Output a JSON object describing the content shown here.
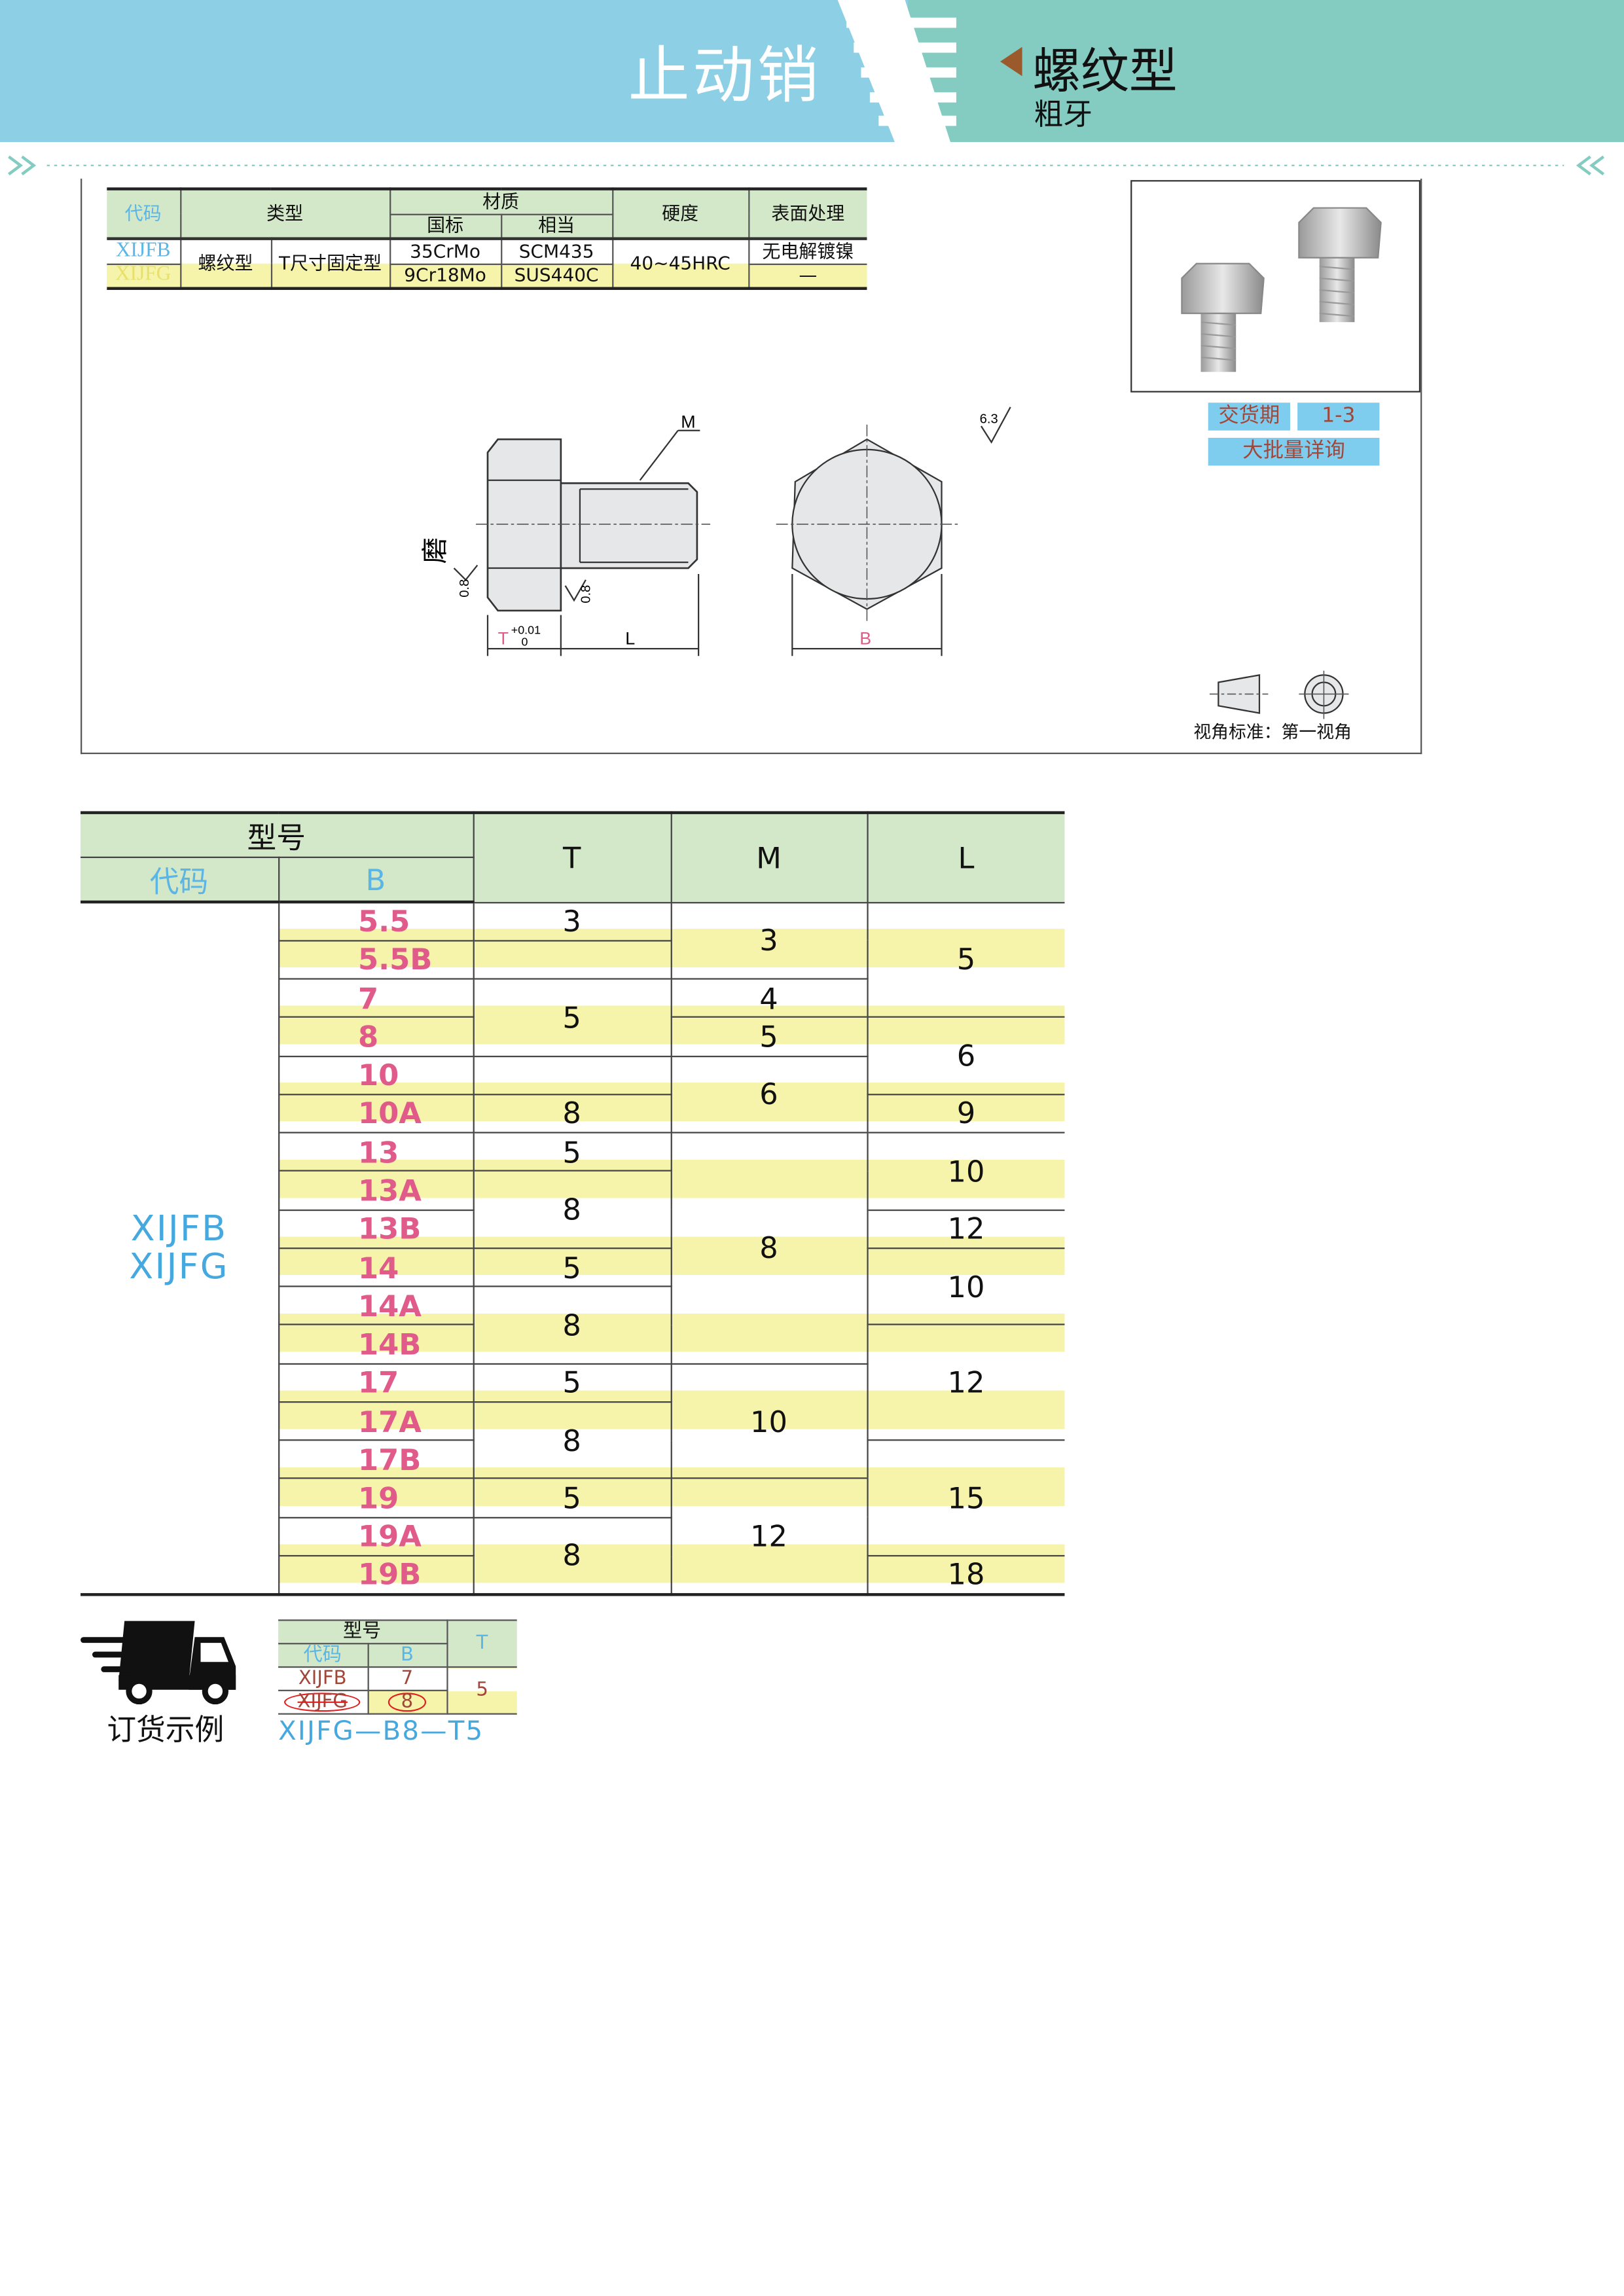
{
  "header": {
    "title": "止动销",
    "subtitle": "螺纹型",
    "subtitle2": "粗牙"
  },
  "colors": {
    "header_left": "#8DD0E6",
    "header_right": "#84CBC1",
    "table_header": "#D3E8C8",
    "row_alt": "#F6F4AA",
    "code_blue": "#45A9E0",
    "b_pink": "#E05A8A",
    "badge": "#7FCDEE"
  },
  "spec_table": {
    "headers": {
      "code": "代码",
      "type": "类型",
      "material": "材质",
      "gb": "国标",
      "equiv": "相当",
      "hardness": "硬度",
      "surface": "表面处理"
    },
    "type1": "螺纹型",
    "type2": "T尺寸固定型",
    "hardness_value": "40~45HRC",
    "rows": [
      {
        "code": "XIJFB",
        "gb": "35CrMo",
        "equiv": "SCM435",
        "surface": "无电解镀镍"
      },
      {
        "code": "XIJFG",
        "gb": "9Cr18Mo",
        "equiv": "SUS440C",
        "surface": "—"
      }
    ]
  },
  "drawing": {
    "m_label": "M",
    "grind_label": "磨",
    "roughness1": "0.8",
    "roughness2": "0.8",
    "roughness3": "6.3",
    "t_label": "T",
    "t_tol_upper": "+0.01",
    "t_tol_lower": "0",
    "l_label": "L",
    "b_label": "B"
  },
  "delivery": {
    "label": "交货期",
    "value": "1-3",
    "bulk": "大批量详询"
  },
  "view_standard": {
    "text": "视角标准：第一视角"
  },
  "main_table": {
    "headers": {
      "model": "型号",
      "code": "代码",
      "b": "B",
      "t": "T",
      "m": "M",
      "l": "L"
    },
    "codes": [
      "XIJFB",
      "XIJFG"
    ],
    "b_values": [
      "5.5",
      "5.5B",
      "7",
      "8",
      "10",
      "10A",
      "13",
      "13A",
      "13B",
      "14",
      "14A",
      "14B",
      "17",
      "17A",
      "17B",
      "19",
      "19A",
      "19B"
    ],
    "t_cells": [
      {
        "v": "3",
        "span": 1
      },
      {
        "v": "",
        "span": 1
      },
      {
        "v": "5",
        "span": 2
      },
      {
        "v": "",
        "span": 1
      },
      {
        "v": "8",
        "span": 1
      },
      {
        "v": "5",
        "span": 1
      },
      {
        "v": "8",
        "span": 2
      },
      {
        "v": "5",
        "span": 1
      },
      {
        "v": "8",
        "span": 2
      },
      {
        "v": "5",
        "span": 1
      },
      {
        "v": "8",
        "span": 2
      },
      {
        "v": "5",
        "span": 1
      },
      {
        "v": "8",
        "span": 2
      }
    ],
    "m_cells": [
      {
        "v": "3",
        "span": 2
      },
      {
        "v": "4",
        "span": 1
      },
      {
        "v": "5",
        "span": 1
      },
      {
        "v": "6",
        "span": 2
      },
      {
        "v": "8",
        "span": 6
      },
      {
        "v": "10",
        "span": 3
      },
      {
        "v": "12",
        "span": 3
      }
    ],
    "l_cells": [
      {
        "v": "5",
        "span": 3
      },
      {
        "v": "6",
        "span": 2
      },
      {
        "v": "9",
        "span": 1
      },
      {
        "v": "10",
        "span": 2
      },
      {
        "v": "12",
        "span": 1
      },
      {
        "v": "10",
        "span": 2
      },
      {
        "v": "12",
        "span": 3
      },
      {
        "v": "15",
        "span": 3
      },
      {
        "v": "18",
        "span": 1
      }
    ]
  },
  "order_example": {
    "label": "订货示例",
    "headers": {
      "model": "型号",
      "code": "代码",
      "b": "B",
      "t": "T"
    },
    "rows": [
      {
        "code": "XIJFB",
        "b": "7"
      },
      {
        "code": "XIJFG",
        "b": "8"
      }
    ],
    "t_value": "5",
    "result": "XIJFG—B8—T5"
  }
}
